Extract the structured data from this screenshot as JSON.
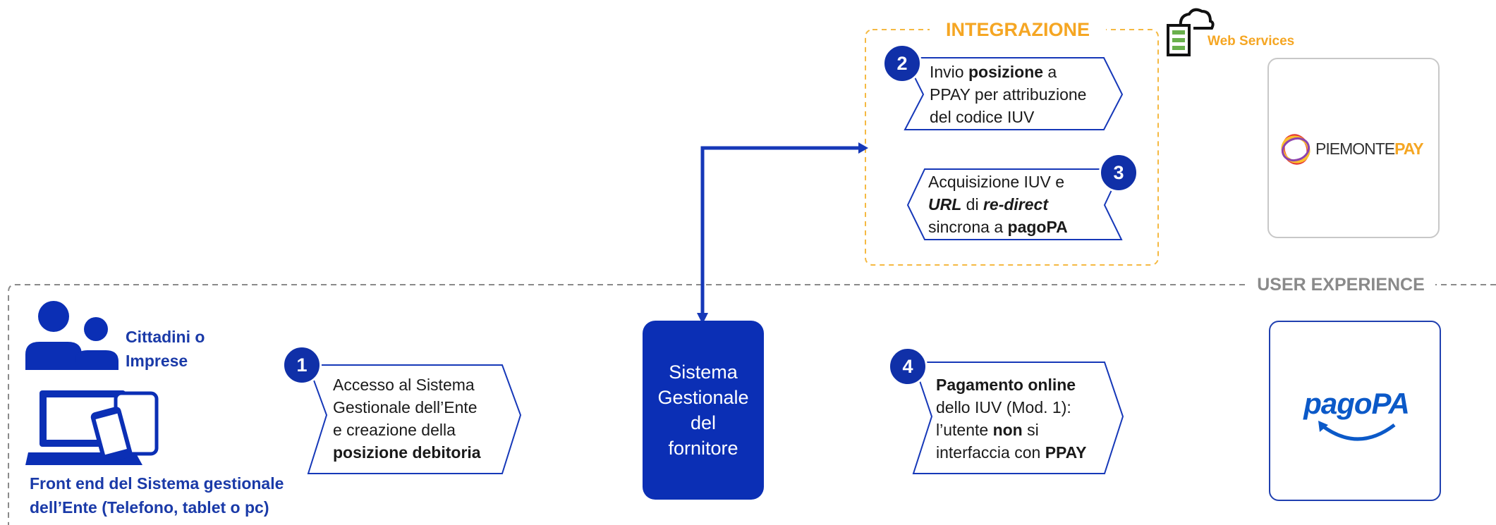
{
  "integrazione": {
    "title": "INTEGRAZIONE"
  },
  "web_services": {
    "label": "Web Services"
  },
  "user_experience": {
    "title": "USER EXPERIENCE"
  },
  "actor": {
    "line1": "Cittadini o",
    "line2": "Imprese"
  },
  "frontend": {
    "line1": "Front end del Sistema gestionale",
    "line2": "dell’Ente (Telefono, tablet o pc)"
  },
  "system": {
    "lines": [
      "Sistema",
      "Gestionale",
      "del",
      "fornitore"
    ]
  },
  "steps": {
    "s1": {
      "num": "1",
      "l1": "Accesso al Sistema",
      "l2": "Gestionale dell’Ente",
      "l3": "e creazione della",
      "l4_bold": "posizione debitoria"
    },
    "s2": {
      "num": "2",
      "l1_a": "Invio ",
      "l1_b": "posizione",
      "l1_c": " a",
      "l2": "PPAY per attribuzione",
      "l3": "del codice IUV"
    },
    "s3": {
      "num": "3",
      "l1": "Acquisizione IUV e",
      "l2_a": "URL",
      "l2_b": " di ",
      "l2_c": "re-direct",
      "l3_a": "sincrona a ",
      "l3_b": "pagoPA"
    },
    "s4": {
      "num": "4",
      "l1_bold": "Pagamento online",
      "l2": "dello IUV (Mod. 1):",
      "l3_a": "l’utente ",
      "l3_b": "non",
      "l3_c": " si",
      "l4_a": "interfaccia con ",
      "l4_b": "PPAY"
    }
  },
  "logos": {
    "piemontepay": {
      "part1": "PIEMONTE",
      "part2": "PAY"
    },
    "pagopa": {
      "text": "pagoPA"
    }
  },
  "colors": {
    "accent_orange": "#f5a623",
    "dash_orange": "#f5b942",
    "navy": "#1030a8",
    "system_box": "#0b2fb5",
    "grey_dash": "#8a8a8a"
  }
}
